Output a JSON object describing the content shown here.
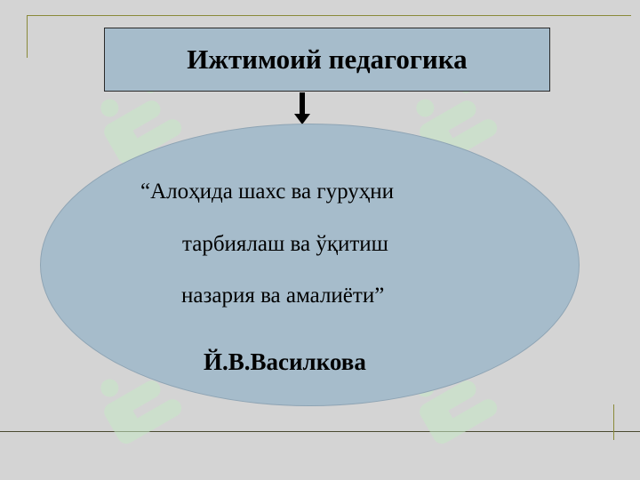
{
  "title": "Ижтимоий педагогика",
  "quote": {
    "line1": "“Алоҳида шахс ва гуруҳни",
    "line2": "тарбиялаш ва ўқитиш",
    "line3": "назария ва амалиёти”"
  },
  "author": "Й.В.Василкова",
  "colors": {
    "background": "#d4d4d4",
    "shape_fill": "#a6bccb",
    "frame_line": "#8a8a3a",
    "watermark": "#c6e8c6"
  }
}
